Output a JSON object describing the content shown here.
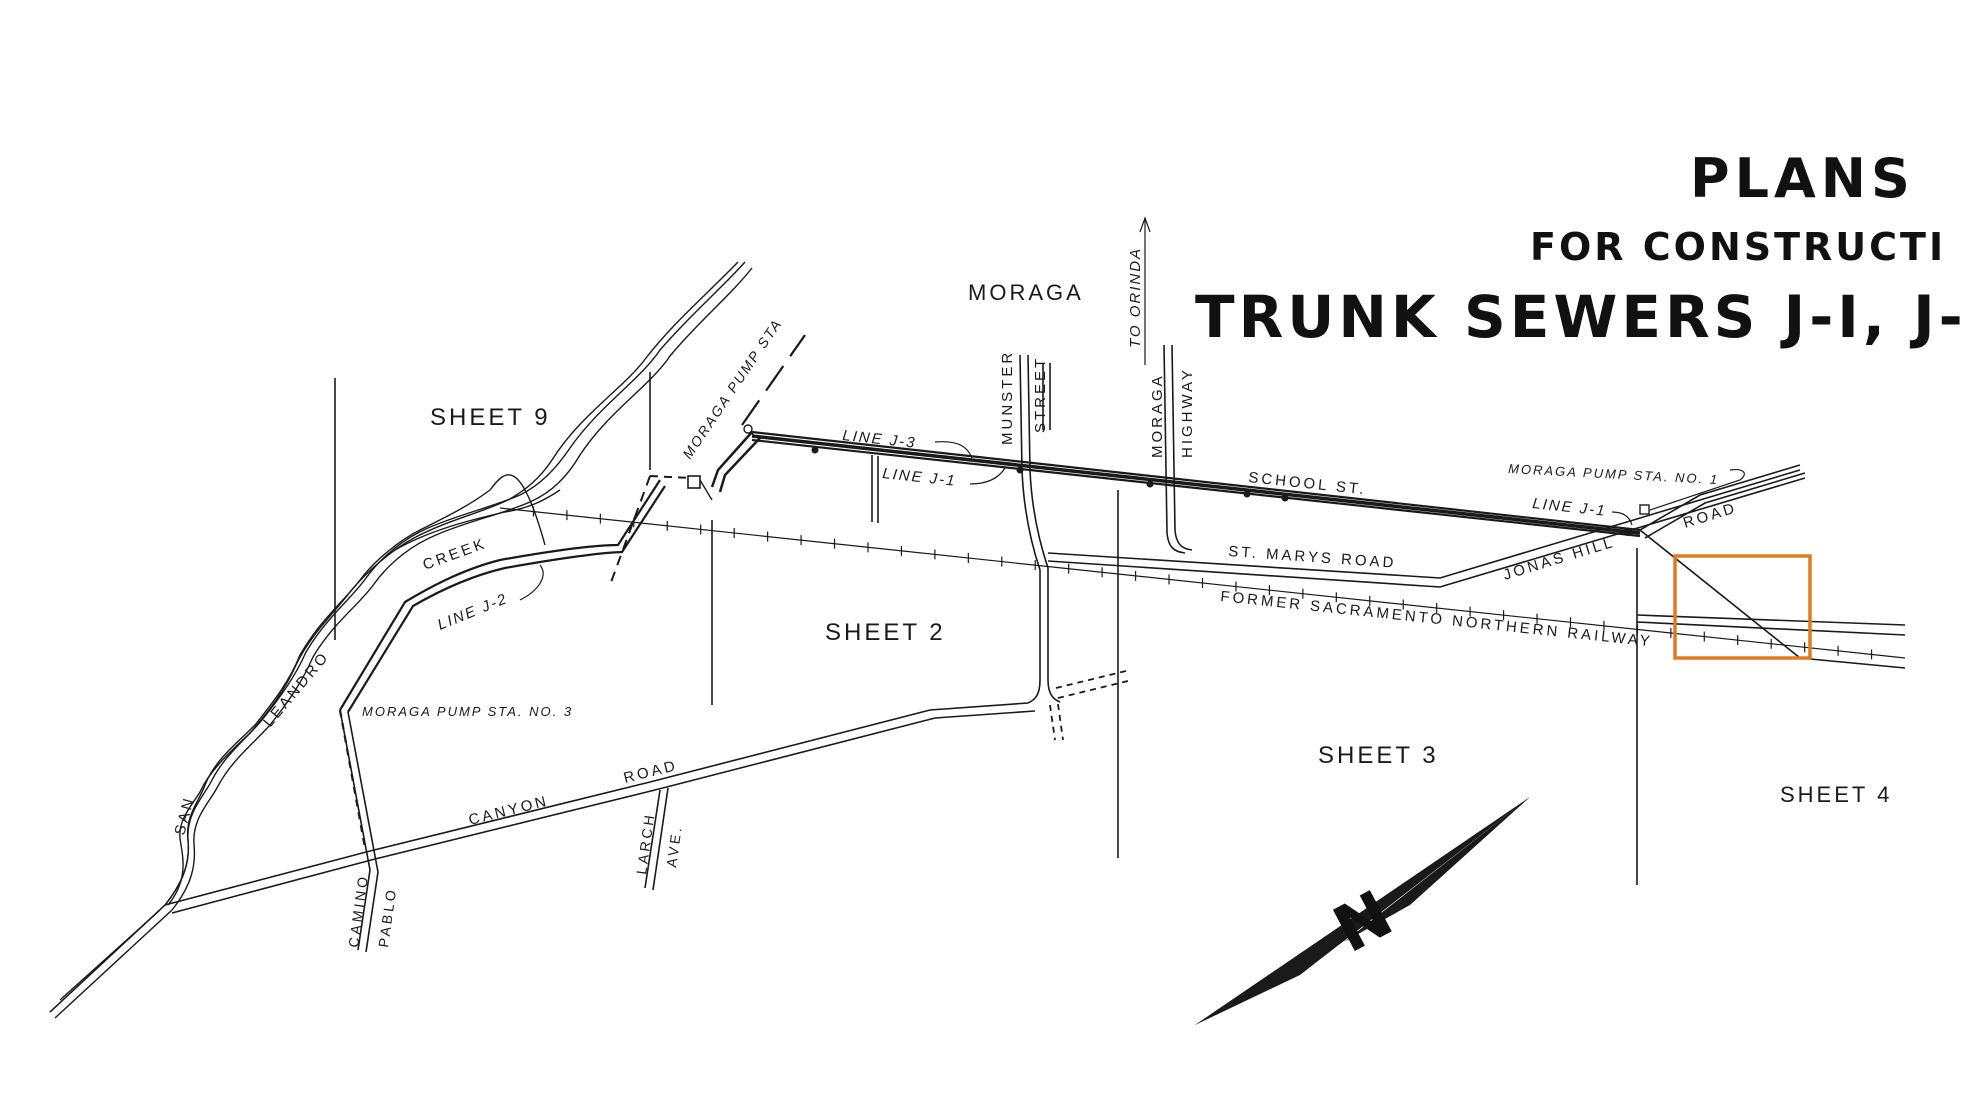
{
  "title": {
    "line1": "PLANS",
    "line2": "FOR  CONSTRUCTI",
    "line3": "TRUNK  SEWERS  J-I,  J-"
  },
  "town": "MORAGA",
  "sheets": {
    "s9": "SHEET  9",
    "s2": "SHEET  2",
    "s3": "SHEET  3",
    "s4": "SHEET  4"
  },
  "lines": {
    "j3": "LINE  J-3",
    "j1a": "LINE  J-1",
    "j1b": "LINE  J-1",
    "j2": "LINE  J-2"
  },
  "stations": {
    "pump_no1": "MORAGA  PUMP  STA. NO. 1",
    "pump_sta": "MORAGA  PUMP  STA",
    "pump_no3": "MORAGA  PUMP  STA. NO. 3"
  },
  "roads": {
    "munster": "MUNSTER",
    "street": "STREET",
    "moraga": "MORAGA",
    "highway": "HIGHWAY",
    "to_orinda": "TO ORINDA",
    "school": "SCHOOL  ST.",
    "st_marys": "ST.  MARYS   ROAD",
    "jonas": "JONAS   HILL",
    "road_east": "ROAD",
    "railway": "FORMER   SACRAMENTO   NORTHERN   RAILWAY",
    "canyon": "CANYON",
    "canyon_road": "ROAD",
    "larch": "LARCH",
    "ave": "AVE.",
    "camino": "CAMINO",
    "pablo": "PABLO"
  },
  "creek": {
    "san": "SAN",
    "leandro": "LEANDRO",
    "creek": "CREEK"
  },
  "north_arrow": "N",
  "highlight_color": "#e07b24"
}
